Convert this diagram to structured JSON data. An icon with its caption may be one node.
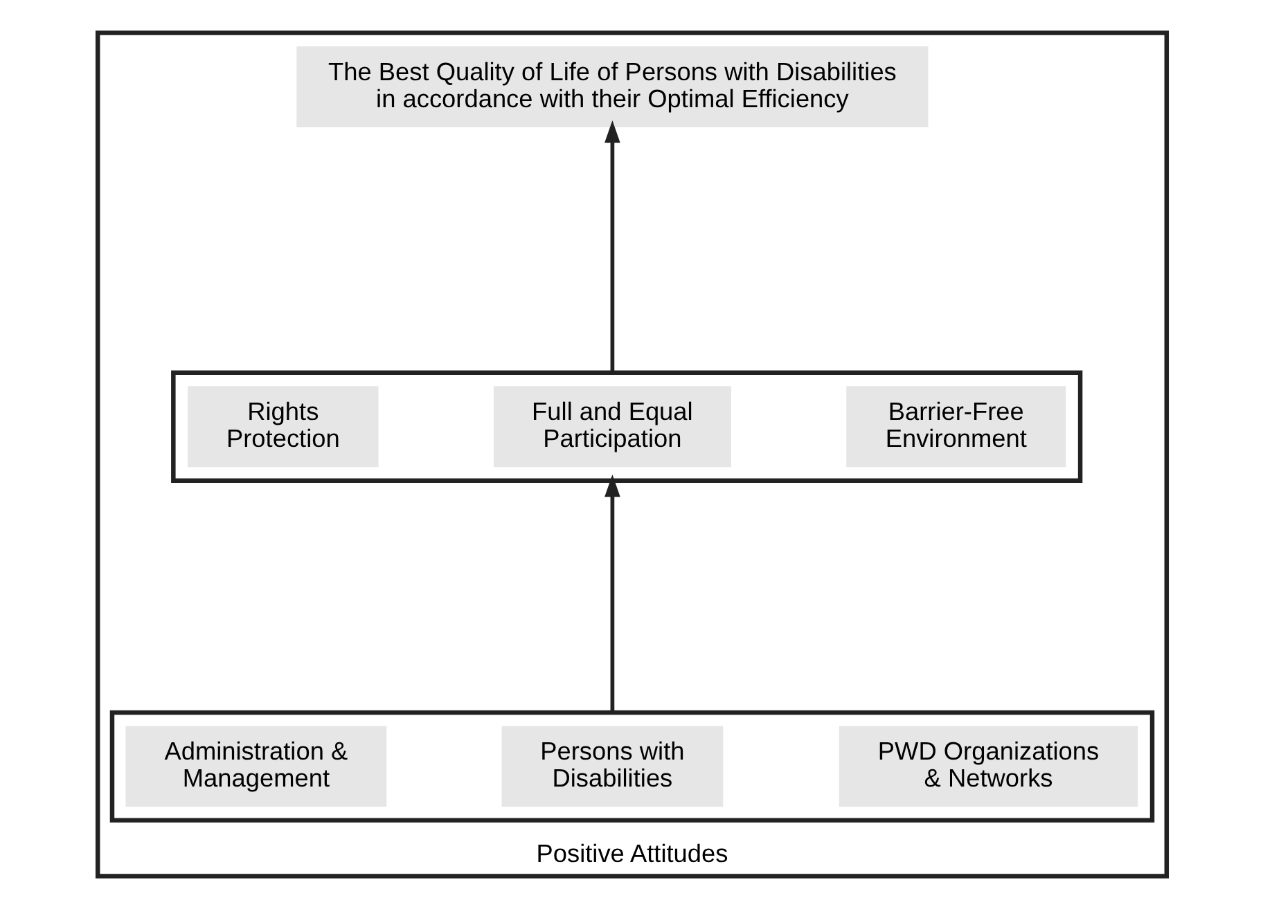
{
  "diagram": {
    "nodes": [
      {
        "text": [
          "Positive Attitudes"
        ]
      },
      {
        "text": [
          "The Best Quality of Life of Persons with Disabilities in accordance with their Optimal Efficiency"
        ],
        "in": 0
      },
      {
        "text": [],
        "shape": "box",
        "in": 0
      },
      {
        "text": [
          "Rights Protection"
        ],
        "in": 2
      },
      {
        "text": [
          "Full and Equal Participation"
        ],
        "in": 2
      },
      {
        "text": [
          "Barrier-Free Environment"
        ],
        "in": 2
      },
      {
        "text": [],
        "shape": "box",
        "in": 0
      },
      {
        "text": [
          "Administration & Management"
        ],
        "in": 6
      },
      {
        "text": [
          "Persons with Disabilities"
        ],
        "in": 6
      },
      {
        "text": [
          "PWD Organizations & Networks"
        ],
        "in": 6
      }
    ],
    "edges": [
      {
        "from": 6,
        "to": 2,
        "arrow": "to"
      },
      {
        "from": 2,
        "to": 1,
        "arrow": "to"
      }
    ]
  }
}
